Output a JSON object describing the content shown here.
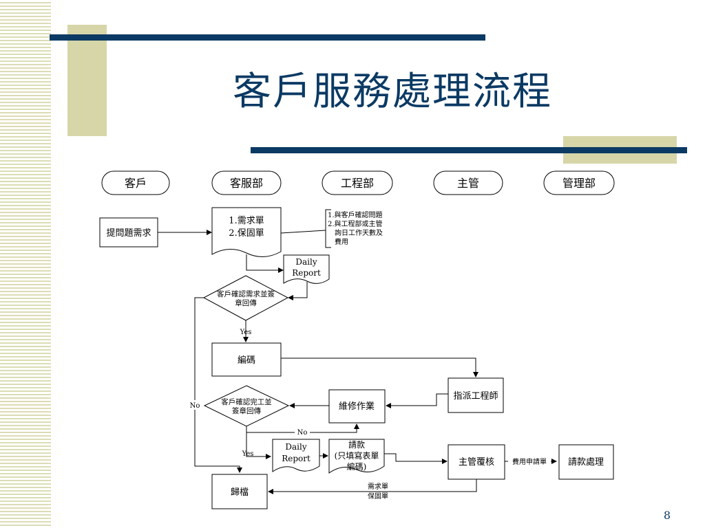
{
  "slide": {
    "title": "客戶服務處理流程",
    "page_number": "8"
  },
  "lanes": [
    "客戶",
    "客服部",
    "工程部",
    "主管",
    "管理部"
  ],
  "nodes": {
    "submit": "提問題需求",
    "forms": [
      "1.需求單",
      "2.保固單"
    ],
    "note": [
      "1.與客戶確認問題",
      "2.與工程部或主管",
      "詢日工作天數及",
      "費用"
    ],
    "daily1": [
      "Daily",
      "Report"
    ],
    "confirm1": [
      "客戶確認需求並簽",
      "章回傳"
    ],
    "yes1": "Yes",
    "coding": "編碼",
    "assign": "指派工程師",
    "repair": "維修作業",
    "confirm2": [
      "客戶確認完工並",
      "簽章回傳"
    ],
    "no_left": "No",
    "no_mid": "No",
    "yes2": "Yes",
    "daily2": [
      "Daily",
      "Report"
    ],
    "request": [
      "請款",
      "(只填寫表單",
      "編碼)"
    ],
    "review": "主管覆核",
    "fee_label": "費用申請單",
    "payment": "請款處理",
    "archive": "歸檔",
    "archive_label": [
      "需求單",
      "保固單"
    ]
  },
  "colors": {
    "navy": "#0b3a64",
    "beige": "#d6d6a8",
    "stripe": "#dcdcb4"
  }
}
